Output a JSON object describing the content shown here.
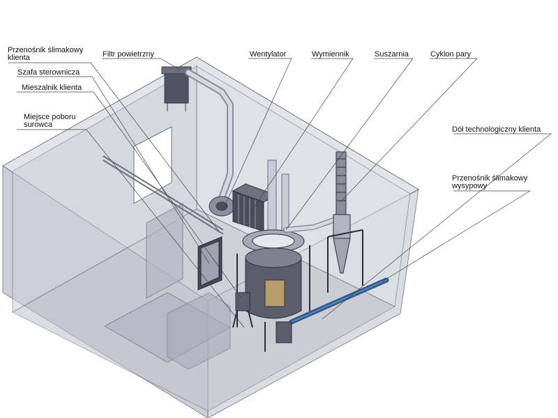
{
  "labels": {
    "przenosnik_klienta": {
      "line1": "Przenośnik ślimakowy",
      "line2": "klienta"
    },
    "filtr": "Filtr powietrzny",
    "wentylator": "Wentylator",
    "wymiennik": "Wymiennik",
    "suszarnia": "Suszarnia",
    "cyklon": "Cyklon pary",
    "szafa": "Szafa sterownicza",
    "mieszalnik": "Mieszalnik klienta",
    "miejsce": {
      "line1": "Miejsce poboru",
      "line2": "surowca"
    },
    "dol": "Dół technologiczny klienta",
    "przenosnik_wyspowy": {
      "line1": "Przenośnik ślimakowy",
      "line2": "wysypowy"
    }
  },
  "colors": {
    "wall_fill": "#d9dbe2",
    "wall_dark": "#b9bcc8",
    "edge": "#6d7080",
    "duct": "#c9ccd6",
    "machine_dark": "#3a3d48",
    "conveyor_blue": "#2d5a8a",
    "leader": "#444444"
  }
}
